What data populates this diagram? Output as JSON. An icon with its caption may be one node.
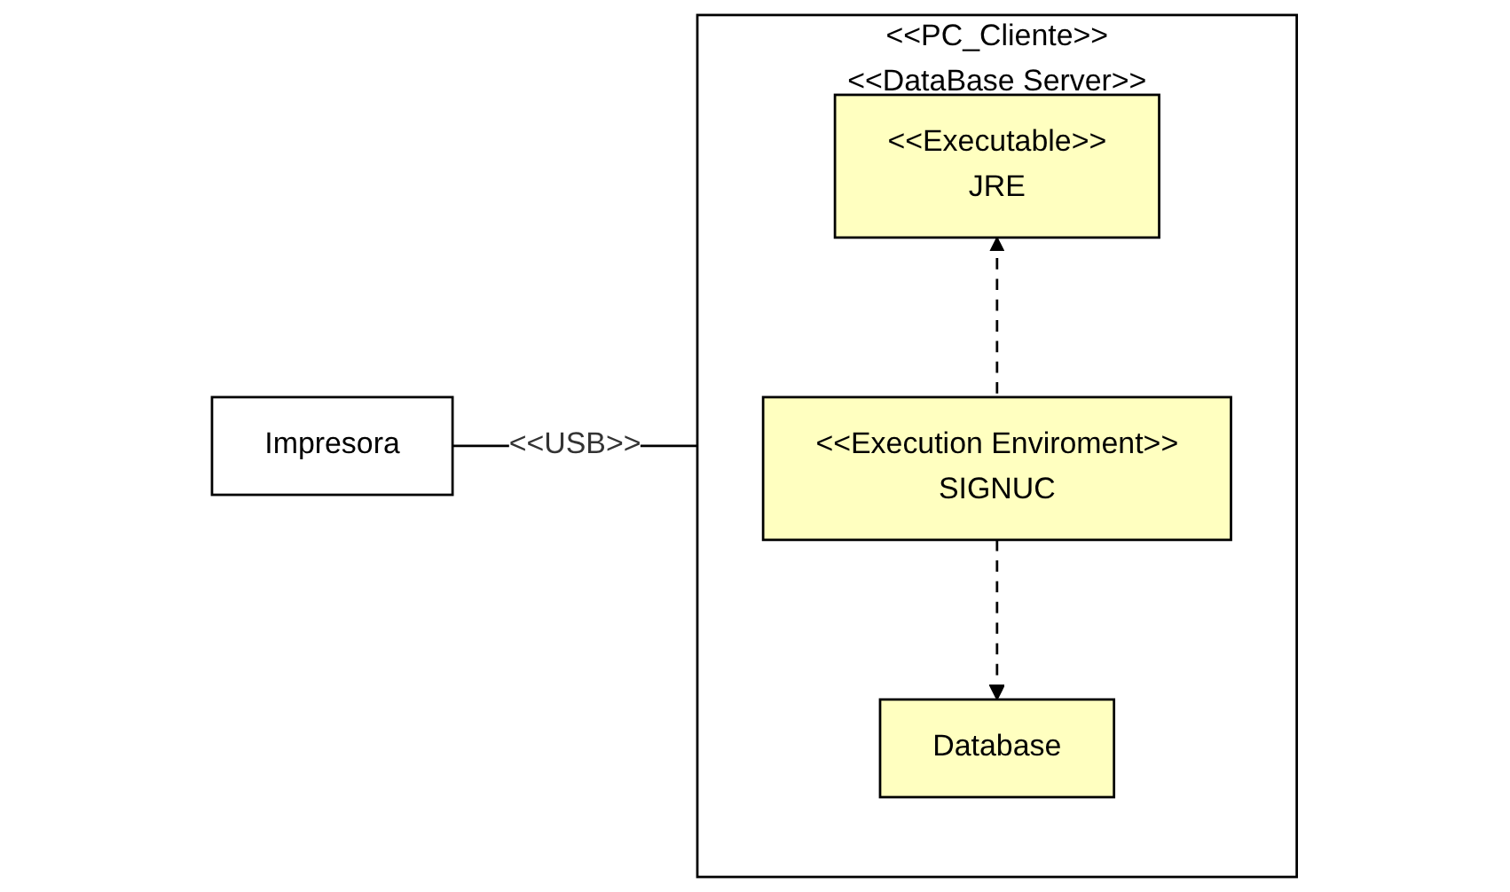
{
  "diagram": {
    "nodes": [
      {
        "text": [
          "Impresora"
        ]
      },
      {
        "text": [
          "<<PC_Cliente>>",
          "<<DataBase Server>>"
        ]
      },
      {
        "text": [
          "<<Executable>>",
          "JRE"
        ],
        "in": 1
      },
      {
        "text": [
          "<<Execution Enviroment>>",
          "SIGNUC"
        ],
        "in": 1
      },
      {
        "text": [
          "Database"
        ],
        "in": 1
      }
    ],
    "edges": [
      {
        "from": 0,
        "to": 1,
        "arrow": "none",
        "label": "<<USB>>"
      },
      {
        "from": 3,
        "to": 2,
        "arrow": "to",
        "style": "dashed"
      },
      {
        "from": 3,
        "to": 4,
        "arrow": "to",
        "style": "dashed"
      }
    ]
  }
}
